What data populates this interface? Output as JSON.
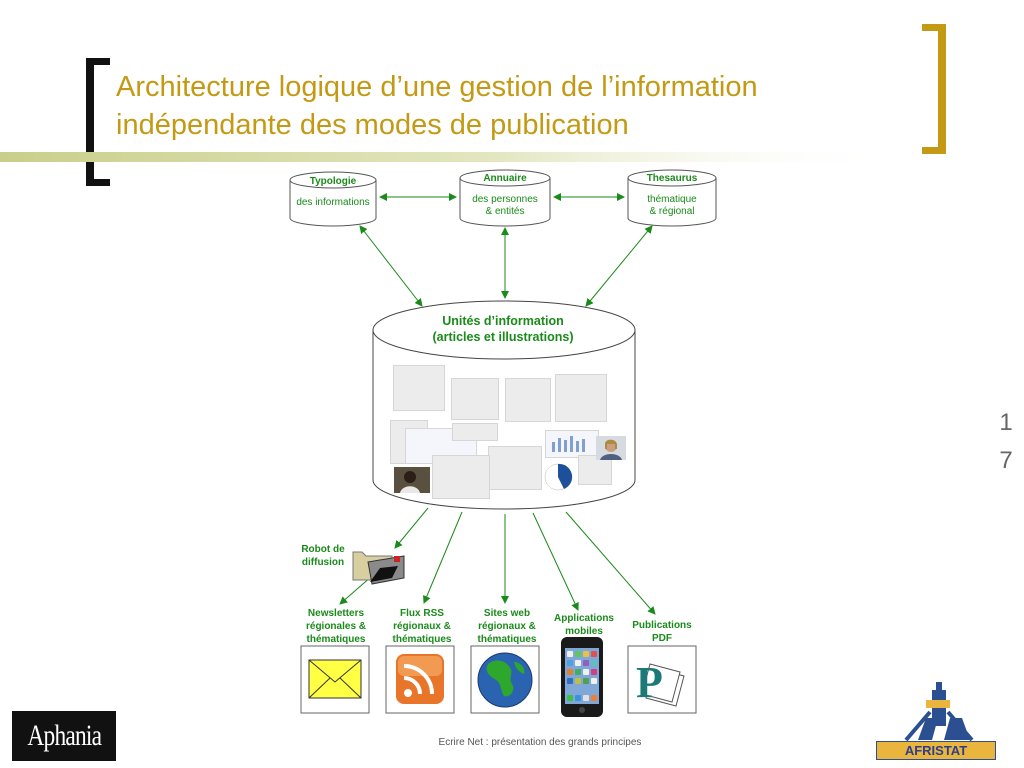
{
  "slide": {
    "title_line1": "Architecture logique d’une gestion de l’information",
    "title_line2": "indépendante des modes de publication",
    "number_line1": "1",
    "number_line2": "7",
    "footer": "Ecrire Net : présentation des grands principes"
  },
  "databases": {
    "typologie": {
      "title": "Typologie",
      "subtitle": "des informations"
    },
    "annuaire": {
      "title": "Annuaire",
      "subtitle_line1": "des personnes",
      "subtitle_line2": "& entités"
    },
    "thesaurus": {
      "title": "Thesaurus",
      "subtitle_line1": "thématique",
      "subtitle_line2": "& régional"
    }
  },
  "center": {
    "title_line1": "Unités d’information",
    "title_line2": "(articles et illustrations)"
  },
  "outputs": {
    "robot_line1": "Robot de",
    "robot_line2": "diffusion",
    "newsletters_line1": "Newsletters",
    "newsletters_line2": "régionales &",
    "newsletters_line3": "thématiques",
    "rss_line1": "Flux RSS",
    "rss_line2": "régionaux &",
    "rss_line3": "thématiques",
    "sites_line1": "Sites web",
    "sites_line2": "régionaux &",
    "sites_line3": "thématiques",
    "apps_line1": "Applications",
    "apps_line2": "mobiles",
    "pdf_line1": "Publications",
    "pdf_line2": "PDF"
  },
  "logos": {
    "aphania": "Aphania",
    "afristat": "AFRISTAT"
  },
  "colors": {
    "title": "#c49a14",
    "accent_green": "#1a8a1a",
    "bracket": "#111111"
  }
}
